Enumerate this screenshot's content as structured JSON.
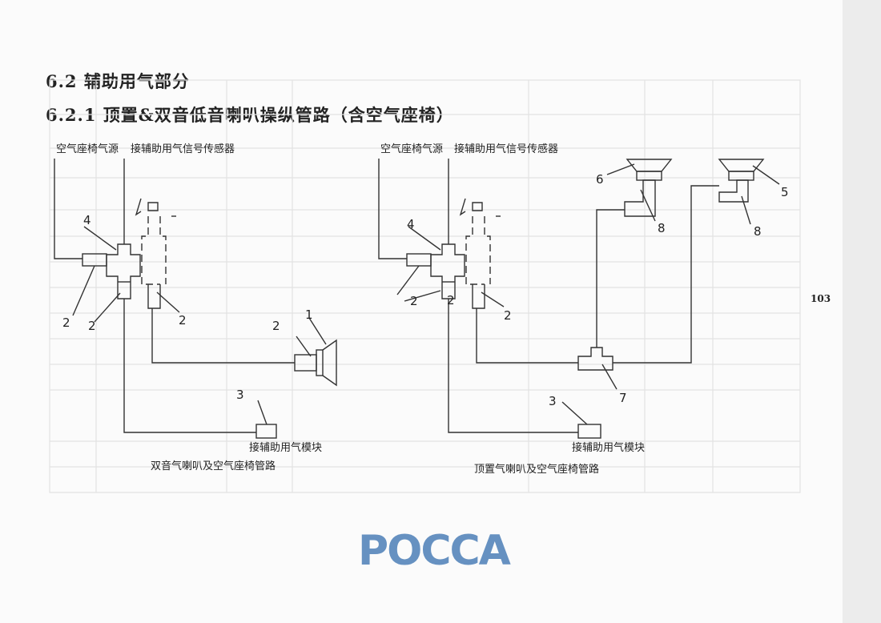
{
  "section": {
    "title": "6.2  辅助用气部分",
    "subtitle": "6.2.1 顶置&双音低音喇叭操纵管路（含空气座椅）"
  },
  "page_number": "103",
  "watermark": "POCCA",
  "left_diagram": {
    "label_air_source": "空气座椅气源",
    "label_sensor": "接辅助用气信号传感器",
    "label_module": "接辅助用气模块",
    "caption": "双音气喇叭及空气座椅管路",
    "callouts": [
      "1",
      "2",
      "2",
      "2",
      "2",
      "3",
      "4"
    ]
  },
  "right_diagram": {
    "label_air_source": "空气座椅气源",
    "label_sensor": "接辅助用气信号传感器",
    "label_module": "接辅助用气模块",
    "caption": "顶置气喇叭及空气座椅管路",
    "callouts": [
      "2",
      "2",
      "2",
      "3",
      "4",
      "5",
      "6",
      "7",
      "8",
      "8"
    ]
  }
}
